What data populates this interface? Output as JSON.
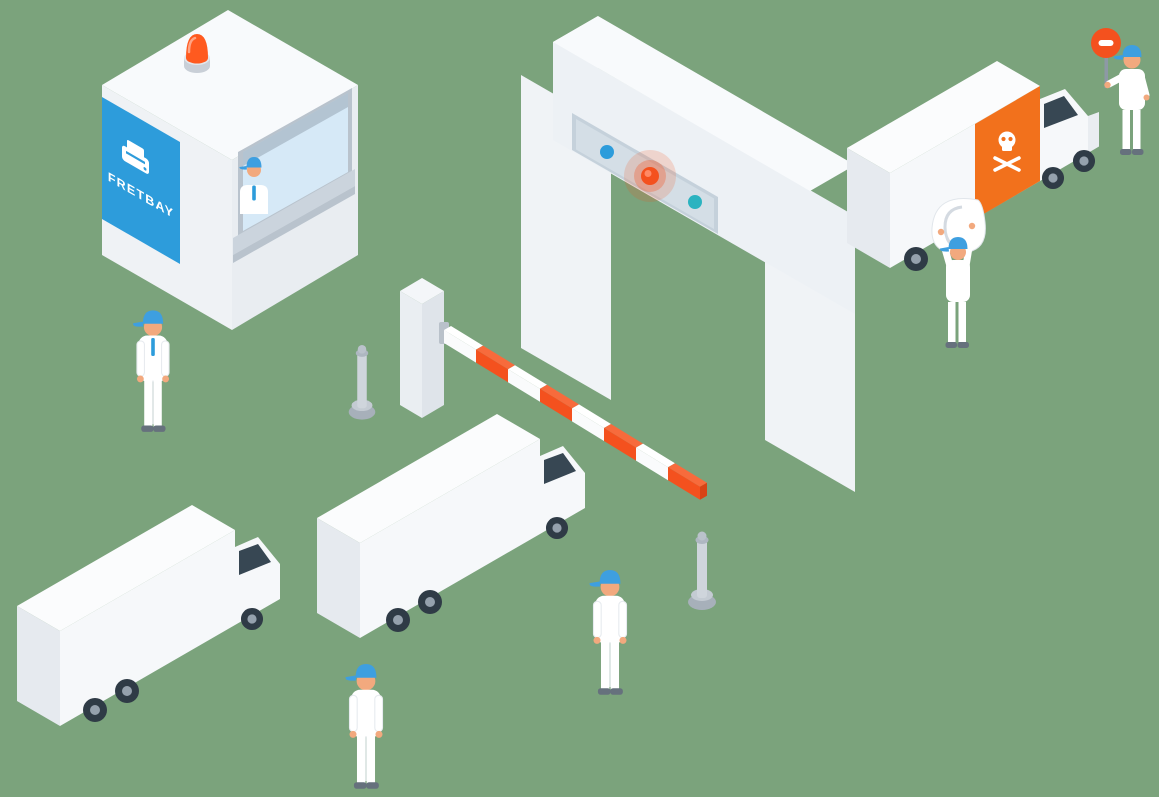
{
  "scene_title": "Freight security checkpoint - isometric illustration",
  "booth": {
    "brand": "FRETBAY"
  },
  "icons": {
    "logo": "printer-icon",
    "hazard": "skull-crossbones-icon",
    "signal": "no-entry-paddle-icon",
    "alarm": "beacon-light"
  },
  "scene_elements": [
    "fretbay-control-booth",
    "scanner-gate",
    "barrier-arm",
    "bollards",
    "hazard-truck",
    "waiting-trucks",
    "workers"
  ],
  "colors": {
    "background": "#7BA37C",
    "brand_blue": "#2D9CDB",
    "cap_blue": "#3E9FE0",
    "beacon_orange": "#FF5A1F",
    "barrier_orange": "#F4511E",
    "barrier_orange_top": "#F76B3C",
    "hazard_orange": "#F2711C",
    "glow_orange": "#F4511E",
    "indicator_blue": "#2D9CDB",
    "indicator_teal": "#2BB3C0",
    "glass_blue": "#D6E9F7",
    "skin": "#F2A97E"
  }
}
